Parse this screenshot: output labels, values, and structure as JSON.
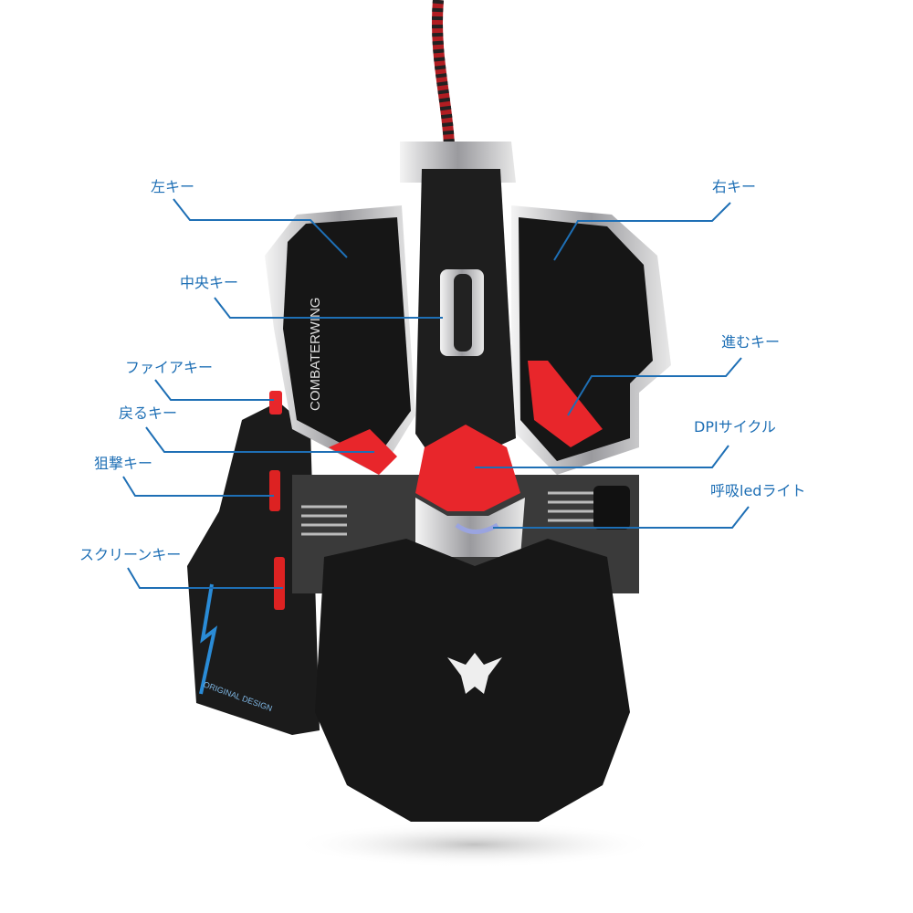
{
  "product": {
    "brand_text": "COMBATERWING",
    "grip_text": "ORIGINAL DESIGN"
  },
  "labels": {
    "left_key": "左キー",
    "right_key": "右キー",
    "middle_key": "中央キー",
    "fire_key": "ファイアキー",
    "back_key": "戻るキー",
    "sniper_key": "狙撃キー",
    "screen_key": "スクリーンキー",
    "forward_key": "進むキー",
    "dpi_cycle": "DPIサイクル",
    "breathing_led": "呼吸ledライト"
  },
  "colors": {
    "label": "#1e6fb5",
    "body": "#1a1a1a",
    "accent_red": "#e8262b",
    "chrome": "#c9c9cc"
  }
}
